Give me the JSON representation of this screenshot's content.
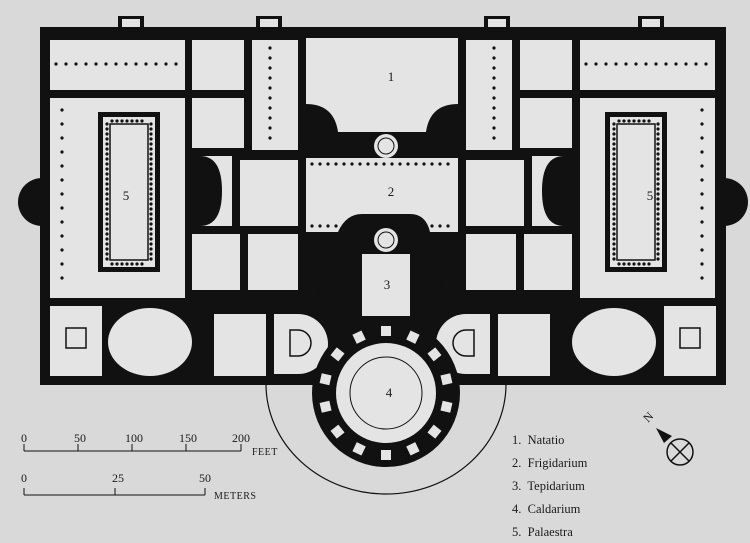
{
  "rooms": {
    "natatio": "1",
    "frigidarium": "2",
    "tepidarium": "3",
    "caldarium": "4",
    "palaestra_left": "5",
    "palaestra_right": "5"
  },
  "scale_feet": {
    "ticks": [
      "0",
      "50",
      "100",
      "150",
      "200"
    ],
    "unit": "FEET"
  },
  "scale_meters": {
    "ticks": [
      "0",
      "25",
      "50"
    ],
    "unit": "METERS"
  },
  "legend": [
    "1.  Natatio",
    "2.  Frigidarium",
    "3.  Tepidarium",
    "4.  Caldarium",
    "5.  Palaestra"
  ],
  "north_arrow": {
    "label": "N",
    "icon": "north-arrow-icon"
  },
  "colors": {
    "background": "#d9d9d9",
    "wall": "#111111",
    "floor": "#e4e4e4"
  }
}
